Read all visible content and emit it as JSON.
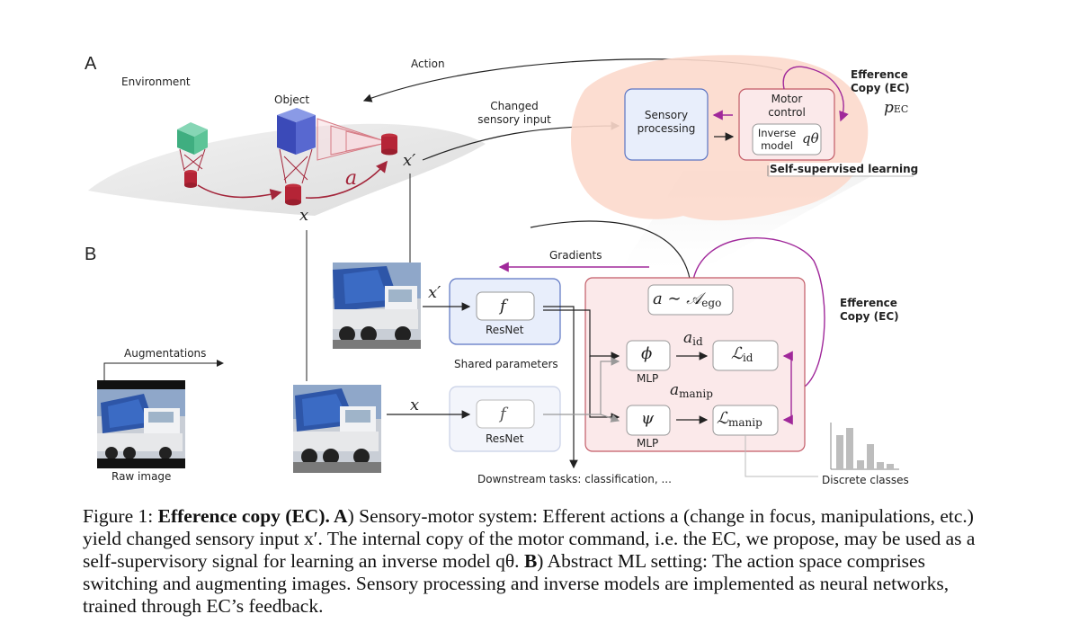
{
  "panel_a": {
    "letter": "A",
    "environment_label": "Environment",
    "object_label": "Object",
    "action_label": "Action",
    "changed_input_label_1": "Changed",
    "changed_input_label_2": "sensory input",
    "sensory_processing_1": "Sensory",
    "sensory_processing_2": "processing",
    "motor_control_1": "Motor",
    "motor_control_2": "control",
    "inverse_model_1": "Inverse",
    "inverse_model_2": "model",
    "q_theta": "qθ",
    "efference_copy_1": "Efference",
    "efference_copy_2": "Copy (EC)",
    "p_ec": "p",
    "p_ec_sub": "EC",
    "self_supervised": "Self-supervised learning",
    "x_label": "x",
    "x_prime_label": "x′",
    "a_label": "a"
  },
  "panel_b": {
    "letter": "B",
    "gradients_label": "Gradients",
    "augmentations_label": "Augmentations",
    "raw_image_label": "Raw image",
    "shared_parameters": "Shared parameters",
    "f_top": "f",
    "resnet_top": "ResNet",
    "f_bottom": "f",
    "resnet_bottom": "ResNet",
    "x_prime_label": "x′",
    "x_label": "x",
    "action_dist": "a ∼ 𝒜",
    "action_dist_sub": "ego",
    "phi": "ϕ",
    "psi": "ψ",
    "mlp_top": "MLP",
    "mlp_bottom": "MLP",
    "a_id": "a",
    "a_id_sub": "id",
    "a_manip": "a",
    "a_manip_sub": "manip",
    "loss_id": "ℒ",
    "loss_id_sub": "id",
    "loss_manip": "ℒ",
    "loss_manip_sub": "manip",
    "efference_copy_1": "Efference",
    "efference_copy_2": "Copy (EC)",
    "downstream": "Downstream tasks: classification, ...",
    "discrete_classes": "Discrete classes"
  },
  "caption": {
    "prefix": "Figure 1: ",
    "title_bold": "Efference copy (EC). A",
    "part_a": ") Sensory-motor system: Efferent actions a (change in focus, manipulations, etc.) yield changed sensory input x′. The internal copy of the motor command, i.e. the EC, we propose, may be used as a self-supervisory signal for learning an inverse model qθ.",
    "b_bold": "B",
    "part_b": ") Abstract ML setting: The action space comprises switching and augmenting images. Sensory processing and inverse models are implemented as neural networks, trained through EC’s feedback."
  },
  "colors": {
    "accent_purple": "#a0289a",
    "dark_red": "#a3253a",
    "blue_box_fill": "#e8eefb",
    "blue_box_stroke": "#5b74c2",
    "pink_box_fill": "#fbe9ea",
    "pink_box_stroke": "#c25a66",
    "brain_fill": "#fcd9cc"
  }
}
